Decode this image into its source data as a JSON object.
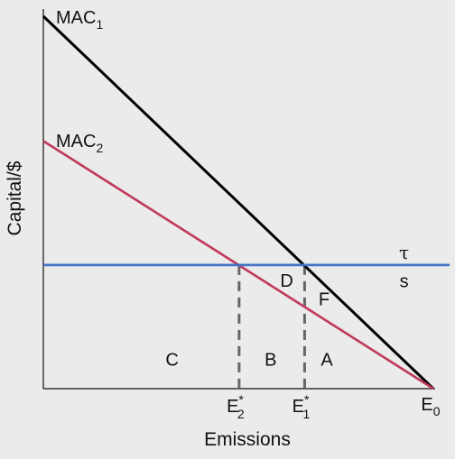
{
  "chart_data": {
    "type": "line",
    "title": "",
    "xlabel": "Emissions",
    "ylabel": "Capital/$",
    "xlim": [
      0,
      100
    ],
    "ylim": [
      0,
      100
    ],
    "grid": false,
    "legend": "none",
    "series": [
      {
        "name": "MAC",
        "subscript": "1",
        "color": "#000000",
        "points": [
          [
            0,
            100
          ],
          [
            100,
            0
          ]
        ]
      },
      {
        "name": "MAC",
        "subscript": "2",
        "color": "#c0395a",
        "points": [
          [
            0,
            66.5
          ],
          [
            100,
            0
          ]
        ]
      },
      {
        "name": "τ",
        "color": "#4472c4",
        "points": [
          [
            0,
            33.2
          ],
          [
            100,
            33.2
          ]
        ]
      }
    ],
    "reference_lines": [
      {
        "x": 50.2,
        "y_top": 33.2,
        "label": "E",
        "sup": "*",
        "sub": "2",
        "color": "#666666"
      },
      {
        "x": 67.0,
        "y_top": 33.2,
        "label": "E",
        "sup": "*",
        "sub": "1",
        "color": "#666666"
      }
    ],
    "end_label": {
      "x": 100,
      "label": "E",
      "sub": "0"
    },
    "annotations": [
      {
        "text": "C",
        "x": 33.0,
        "y": 7.5
      },
      {
        "text": "B",
        "x": 58.3,
        "y": 7.5
      },
      {
        "text": "A",
        "x": 72.7,
        "y": 7.5
      },
      {
        "text": "D",
        "x": 62.4,
        "y": 28.6
      },
      {
        "text": "F",
        "x": 72.0,
        "y": 23.7
      },
      {
        "text": "s",
        "x": 92.5,
        "y": 28.5
      }
    ],
    "colors": {
      "background": "#ebebeb",
      "axis": "#111111",
      "mac1": "#000000",
      "mac2": "#c0395a",
      "tax": "#4472c4",
      "guides": "#666666"
    }
  }
}
